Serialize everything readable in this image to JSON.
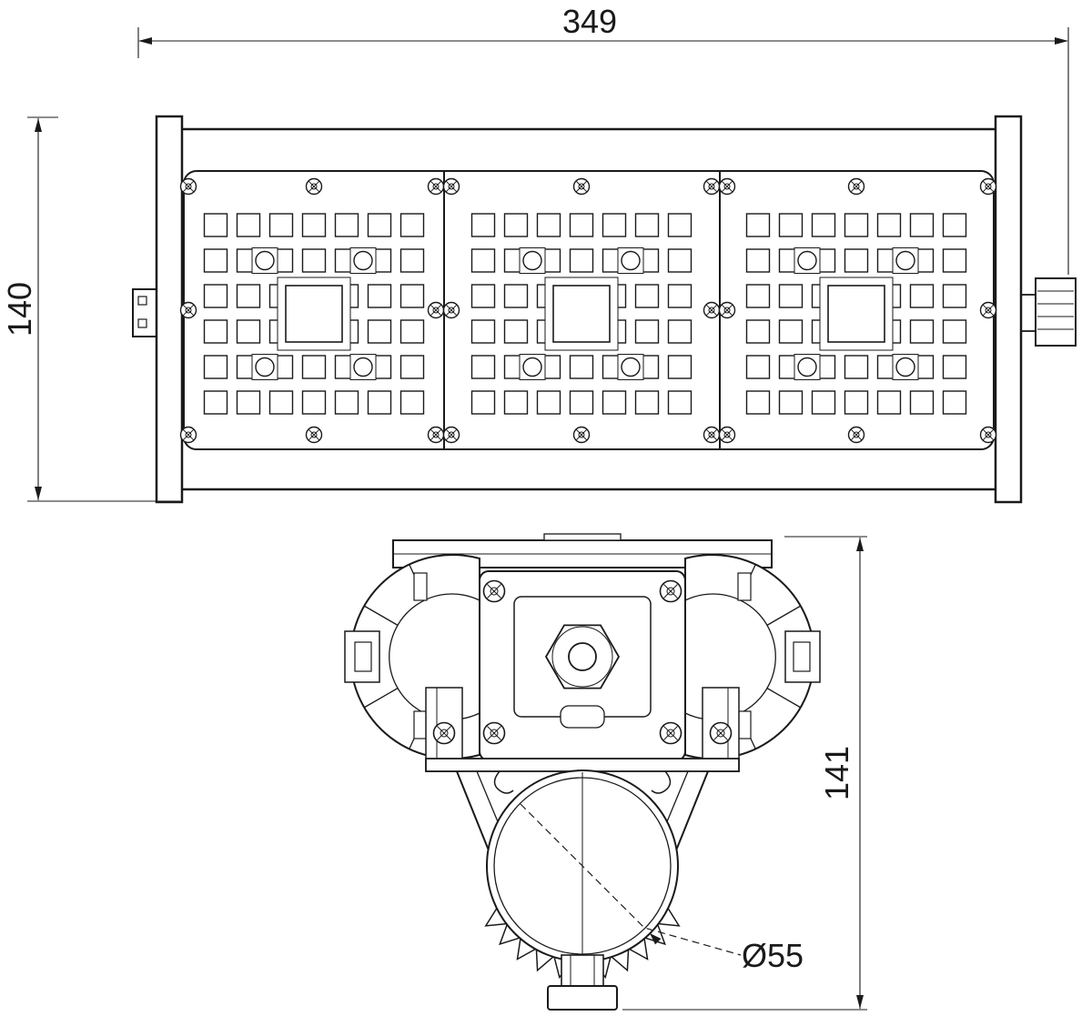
{
  "dimensions": {
    "overall_width": "349",
    "overall_height": "140",
    "section_height": "141",
    "tube_diameter": "Ø55"
  },
  "colors": {
    "line": "#1a1a1a",
    "background": "#ffffff"
  }
}
